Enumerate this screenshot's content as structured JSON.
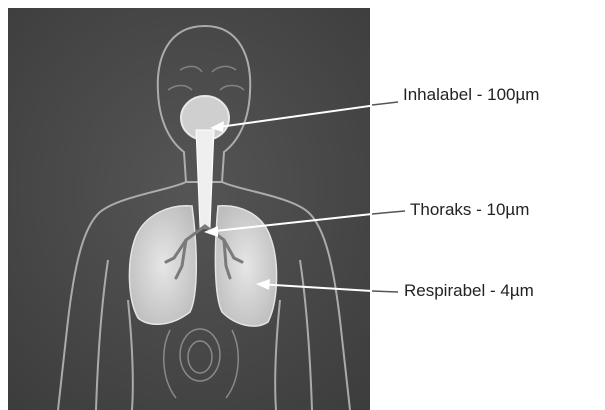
{
  "diagram": {
    "labels": {
      "inhalable": "Inhalabel - 100µm",
      "thoracic": "Thoraks  - 10µm",
      "respirable": "Respirabel - 4µm"
    },
    "colors": {
      "panel_background": "#4a4a4a",
      "body_outline": "#c8c8c8",
      "lungs": "#d2d2d2",
      "airway": "#efefef",
      "arrow": "#ffffff",
      "text": "#222222",
      "page_background": "#ffffff"
    }
  }
}
